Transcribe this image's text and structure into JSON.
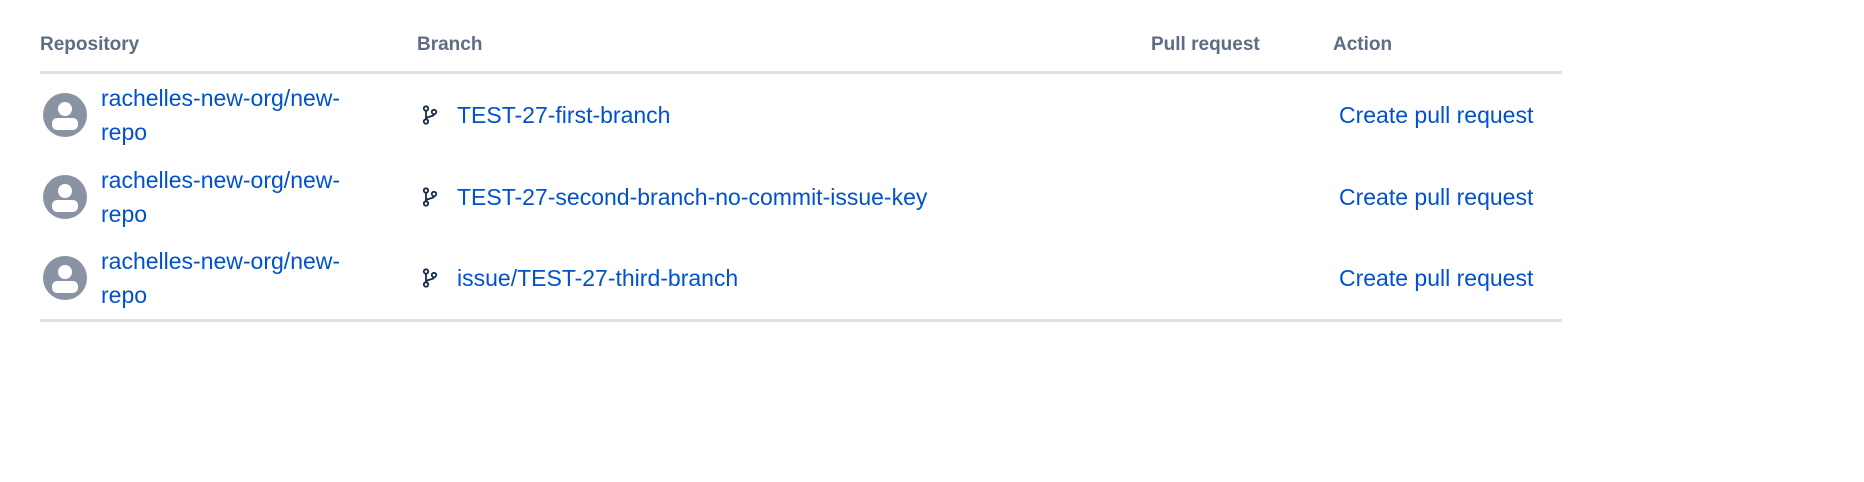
{
  "table": {
    "headers": {
      "repository": "Repository",
      "branch": "Branch",
      "pull_request": "Pull request",
      "action": "Action"
    },
    "rows": [
      {
        "repo_line1": "rachelles-new-org/new-",
        "repo_line2": "repo",
        "branch": "TEST-27-first-branch",
        "pull_request": "",
        "action": "Create pull request"
      },
      {
        "repo_line1": "rachelles-new-org/new-",
        "repo_line2": "repo",
        "branch": "TEST-27-second-branch-no-commit-issue-key",
        "pull_request": "",
        "action": "Create pull request"
      },
      {
        "repo_line1": "rachelles-new-org/new-",
        "repo_line2": "repo",
        "branch": "issue/TEST-27-third-branch",
        "pull_request": "",
        "action": "Create pull request"
      }
    ]
  },
  "icons": {
    "avatar": "repo-avatar-person-icon",
    "branch": "git-branch-icon"
  },
  "colors": {
    "link": "#0052cc",
    "header_text": "#5e6c84",
    "divider": "#dfe1e6",
    "avatar_bg": "#8993a4"
  }
}
